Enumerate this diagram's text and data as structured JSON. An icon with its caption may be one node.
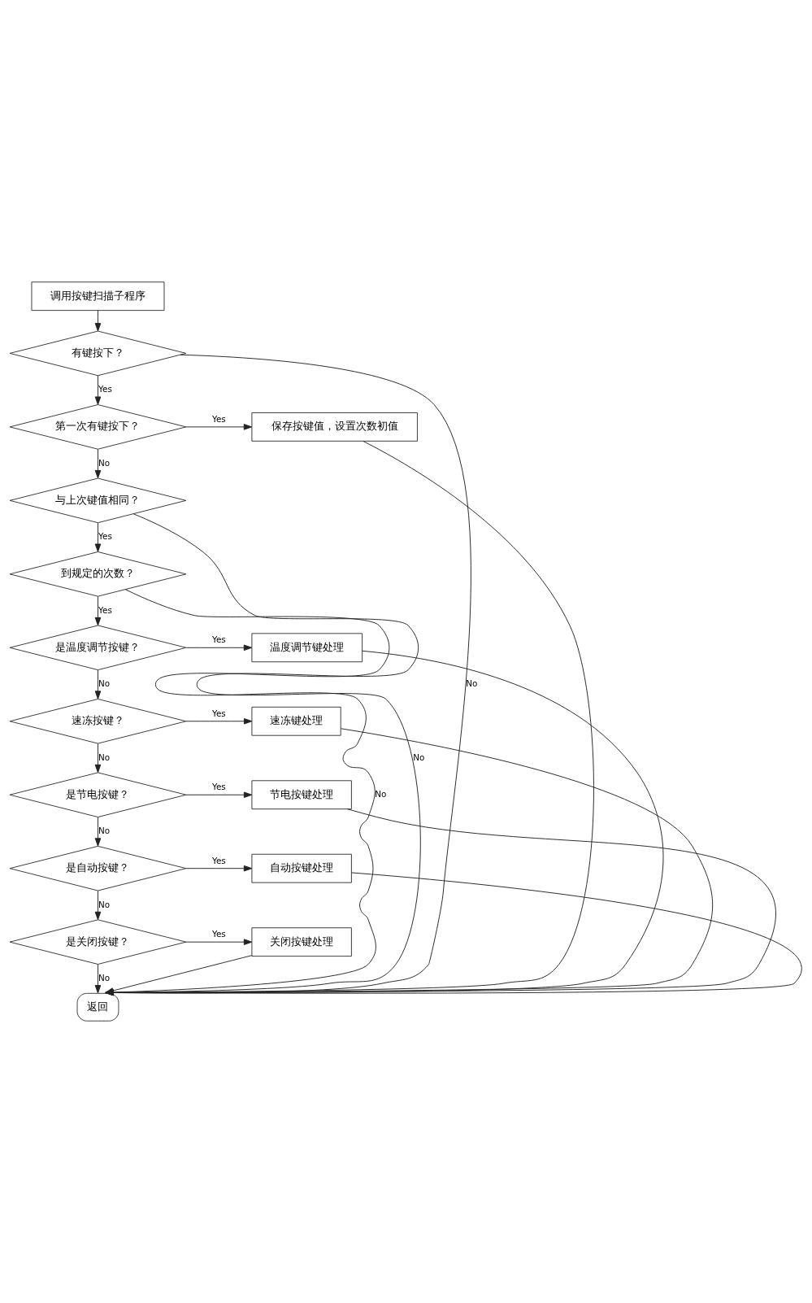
{
  "diagram": {
    "nodes": [
      {
        "text": [
          "调用按键扫描子程序"
        ]
      },
      {
        "text": [
          "有键按下？"
        ]
      },
      {
        "text": [
          "第一次有键按下？"
        ]
      },
      {
        "text": [
          "保存按键值，设置次数初值"
        ]
      },
      {
        "text": [
          "与上次键值相同？"
        ]
      },
      {
        "text": [
          "到规定的次数？"
        ]
      },
      {
        "text": [
          "是温度调节按键？"
        ]
      },
      {
        "text": [
          "温度调节键处理"
        ]
      },
      {
        "text": [
          "速冻按键？"
        ]
      },
      {
        "text": [
          "速冻键处理"
        ]
      },
      {
        "text": [
          "是节电按键？"
        ]
      },
      {
        "text": [
          "节电按键处理"
        ]
      },
      {
        "text": [
          "是自动按键？"
        ]
      },
      {
        "text": [
          "自动按键处理"
        ]
      },
      {
        "text": [
          "是关闭按键？"
        ]
      },
      {
        "text": [
          "关闭按键处理"
        ]
      },
      {
        "text": [
          "返回"
        ]
      }
    ],
    "edges": [
      {
        "from": 0,
        "to": 1,
        "arrow": "to"
      },
      {
        "from": 1,
        "to": 2,
        "arrow": "to",
        "label": "Yes"
      },
      {
        "from": 1,
        "to": 16,
        "arrow": "to",
        "label": "No"
      },
      {
        "from": 2,
        "to": 3,
        "arrow": "to",
        "label": "Yes"
      },
      {
        "from": 2,
        "to": 4,
        "arrow": "to",
        "label": "No"
      },
      {
        "from": 3,
        "to": 16,
        "arrow": "to"
      },
      {
        "from": 4,
        "to": 5,
        "arrow": "to",
        "label": "Yes"
      },
      {
        "from": 4,
        "to": 16,
        "arrow": "to",
        "label": "No"
      },
      {
        "from": 5,
        "to": 6,
        "arrow": "to",
        "label": "Yes"
      },
      {
        "from": 5,
        "to": 16,
        "arrow": "to",
        "label": "No"
      },
      {
        "from": 6,
        "to": 7,
        "arrow": "to",
        "label": "Yes"
      },
      {
        "from": 6,
        "to": 8,
        "arrow": "to",
        "label": "No"
      },
      {
        "from": 7,
        "to": 16,
        "arrow": "to"
      },
      {
        "from": 8,
        "to": 9,
        "arrow": "to",
        "label": "Yes"
      },
      {
        "from": 8,
        "to": 10,
        "arrow": "to",
        "label": "No"
      },
      {
        "from": 9,
        "to": 16,
        "arrow": "to"
      },
      {
        "from": 10,
        "to": 11,
        "arrow": "to",
        "label": "Yes"
      },
      {
        "from": 10,
        "to": 12,
        "arrow": "to",
        "label": "No"
      },
      {
        "from": 11,
        "to": 16,
        "arrow": "to"
      },
      {
        "from": 12,
        "to": 13,
        "arrow": "to",
        "label": "Yes"
      },
      {
        "from": 12,
        "to": 14,
        "arrow": "to",
        "label": "No"
      },
      {
        "from": 13,
        "to": 16,
        "arrow": "to"
      },
      {
        "from": 14,
        "to": 15,
        "arrow": "to",
        "label": "Yes"
      },
      {
        "from": 14,
        "to": 16,
        "arrow": "to",
        "label": "No"
      },
      {
        "from": 15,
        "to": 16,
        "arrow": "to"
      }
    ]
  }
}
